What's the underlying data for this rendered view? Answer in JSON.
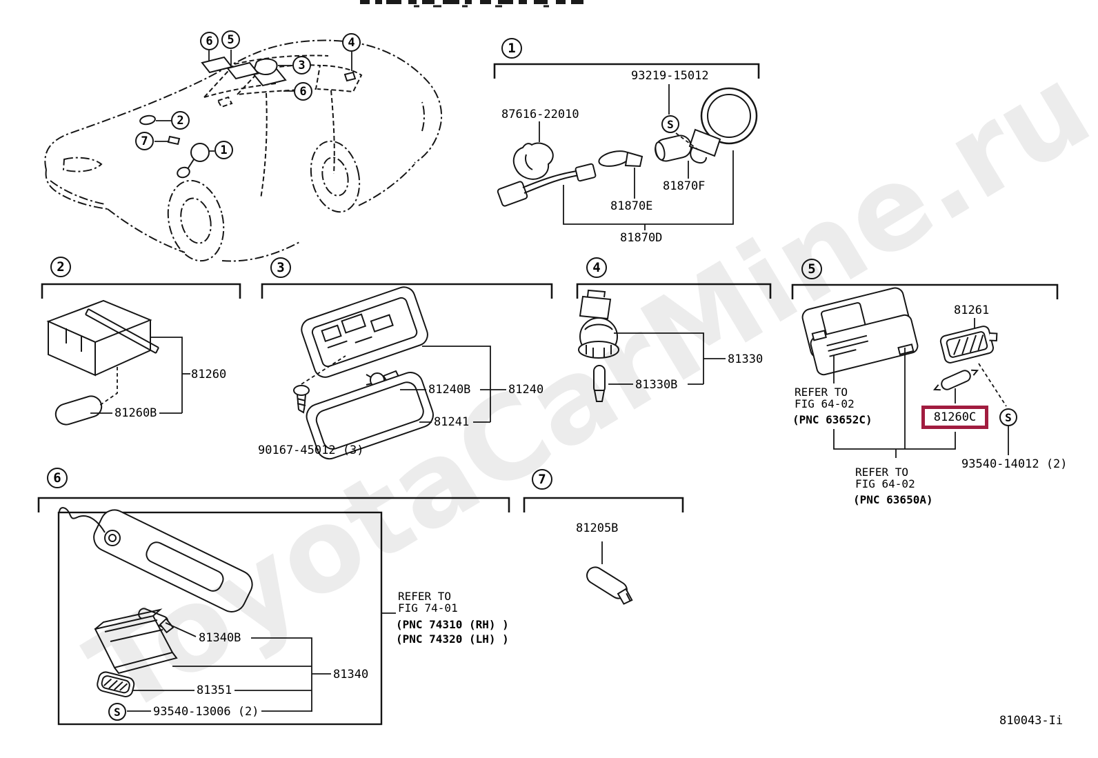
{
  "page": {
    "watermark": "ToyotaCarMine.ru",
    "diagram_code": "810043-Ii"
  },
  "colors": {
    "line": "#141414",
    "highlight_red": "#a11c3f",
    "watermark_gray": "#ececec"
  },
  "callouts": {
    "n1": "1",
    "n2": "2",
    "n3": "3",
    "n4": "4",
    "n5": "5",
    "n6": "6",
    "n7": "7",
    "s": "S"
  },
  "labels": {
    "p93219": "93219-15012",
    "p87616": "87616-22010",
    "p81870F": "81870F",
    "p81870E": "81870E",
    "p81870D": "81870D",
    "p81260": "81260",
    "p81260B": "81260B",
    "p81240B": "81240B",
    "p81240": "81240",
    "p81241": "81241",
    "p90167": "90167-45012 (3)",
    "p81330": "81330",
    "p81330B": "81330B",
    "p81261": "81261",
    "p81260C": "81260C",
    "p93540_14": "93540-14012 (2)",
    "p81340B": "81340B",
    "p81340": "81340",
    "p81351": "81351",
    "p93540_13": "93540-13006 (2)",
    "p81205B": "81205B"
  },
  "refer": {
    "fig64_left": [
      "REFER TO",
      "FIG 64-02",
      "(PNC 63652C)"
    ],
    "fig64_bottom": [
      "REFER TO",
      "FIG 64-02",
      "(PNC 63650A)"
    ],
    "fig74": [
      "REFER TO",
      "FIG 74-01",
      "(PNC 74310 (RH) )",
      "(PNC 74320 (LH) )"
    ]
  }
}
